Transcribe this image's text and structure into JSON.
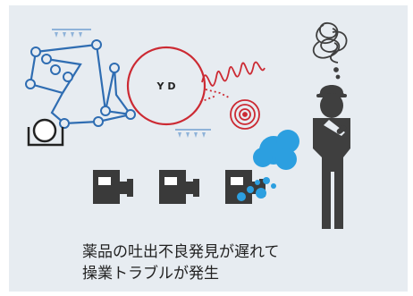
{
  "diagram": {
    "dryer_label": "Y D",
    "caption_line1": "薬品の吐出不良発見が遅れて",
    "caption_line2": "操業トラブルが発生",
    "colors": {
      "background": "#e7ecf1",
      "machine_blue": "#2f6db2",
      "sheet_red": "#cc2a33",
      "pump_gray": "#3a3a3a",
      "bubble_blue": "#2c9fe0",
      "worker_gray": "#3f3f3f"
    },
    "icons": [
      "spray-nozzle-icon",
      "press-roll-icon",
      "yankee-dryer-icon",
      "paper-roll-icon",
      "chemical-pump-icon",
      "worker-icon",
      "confused-thought-icon"
    ]
  }
}
